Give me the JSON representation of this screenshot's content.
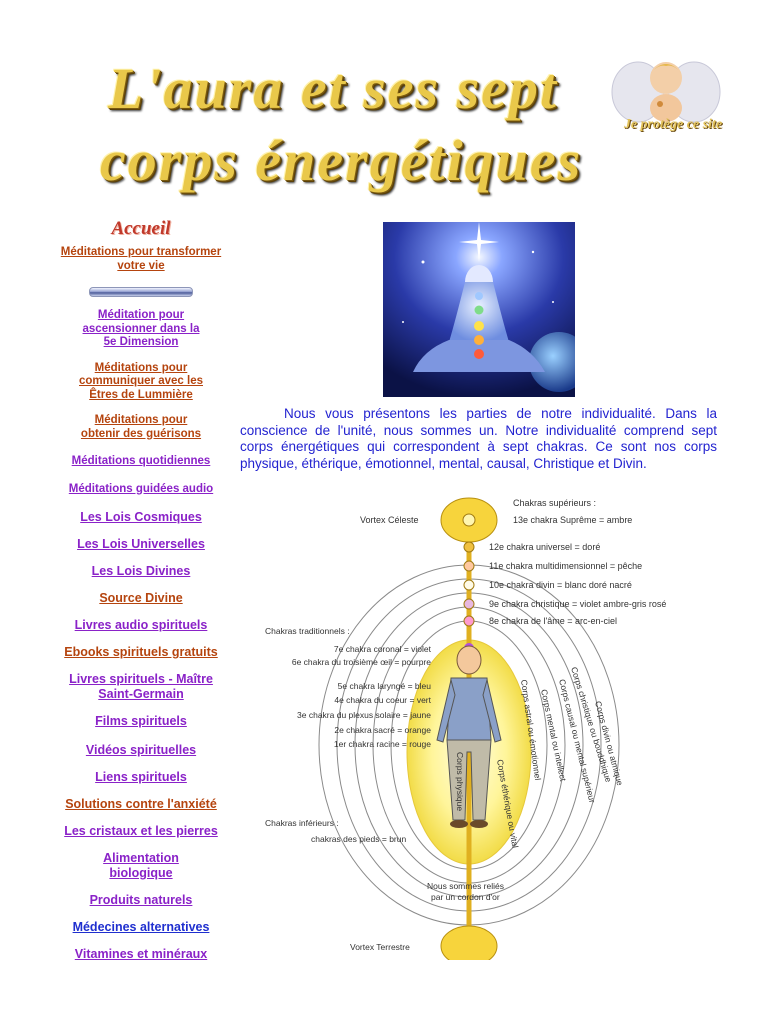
{
  "header": {
    "title_line1": "L'aura et ses sept",
    "title_line2": "corps énergétiques",
    "angel_text": "Je protège ce site"
  },
  "nav": {
    "home": "Accueil",
    "items": [
      {
        "label": "Méditations pour transformer votre vie"
      },
      {
        "label": "Méditation pour ascensionner dans la 5e Dimension"
      },
      {
        "label": "Méditations pour communiquer avec les Êtres de Lummière"
      },
      {
        "label": "Méditations pour obtenir des guérisons"
      },
      {
        "label": "Méditations quotidiennes"
      },
      {
        "label": "Méditations guidées audio"
      },
      {
        "label": "Les Lois Cosmiques"
      },
      {
        "label": "Les Lois Universelles"
      },
      {
        "label": "Les Lois Divines"
      },
      {
        "label": "Source Divine"
      },
      {
        "label": "Livres audio spirituels"
      },
      {
        "label": "Ebooks spirituels gratuits"
      },
      {
        "label": "Livres spirituels - Maître Saint-Germain"
      },
      {
        "label": "Films spirituels"
      },
      {
        "label": "Vidéos spirituelles"
      },
      {
        "label": "Liens spirituels"
      },
      {
        "label": "Solutions contre l'anxiété"
      },
      {
        "label": "Les cristaux et les pierres"
      },
      {
        "label": "Alimentation biologique"
      },
      {
        "label": "Produits naturels"
      },
      {
        "label": "Médecines alternatives"
      },
      {
        "label": "Vitamines et minéraux"
      }
    ]
  },
  "intro": "Nous vous présentons les parties de notre individualité. Dans la conscience de l'unité, nous sommes un. Notre individualité comprend sept corps énergétiques qui correspondent à sept chakras. Ce sont nos corps physique, éthérique, émotionnel, mental, causal, Christique et Divin.",
  "diagram": {
    "superior_header": "Chakras supérieurs :",
    "vortex_celeste": "Vortex Céleste",
    "superior": [
      "13e chakra Suprême = ambre",
      "12e chakra universel = doré",
      "11e chakra multidimensionnel = pêche",
      "10e chakra divin = blanc doré nacré",
      "9e chakra christique = violet ambre-gris rosé",
      "8e chakra de l'âme = arc-en-ciel"
    ],
    "traditional_header": "Chakras traditionnels :",
    "traditional": [
      "7e chakra coronal = violet",
      "6e chakra du troisième œil = pourpre",
      "5e chakra laryngé = bleu",
      "4e chakra du coeur = vert",
      "3e chakra du plexus solaire = jaune",
      "2e chakra sacré = orange",
      "1er chakra racine = rouge"
    ],
    "inferior_header": "Chakras inférieurs :",
    "inferior": "chakras des pieds = brun",
    "bodies": [
      "Corps physique",
      "Corps éthérique ou vital",
      "Corps astral ou émotionnel",
      "Corps mental ou intellect",
      "Corps causal ou mental supérieur",
      "Corps christique ou bouddhique",
      "Corps divin ou atmique"
    ],
    "cord_line1": "Nous sommes reliés",
    "cord_line2": "par un cordon d'or",
    "vortex_terrestre": "Vortex Terrestre"
  }
}
